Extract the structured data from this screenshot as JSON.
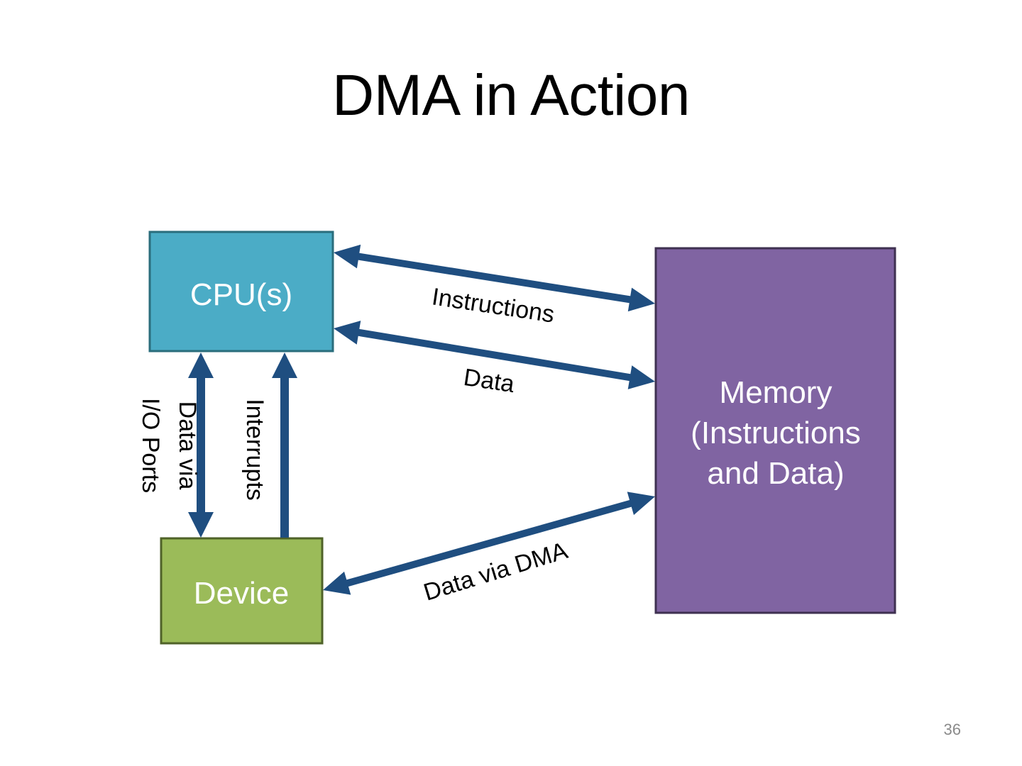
{
  "slide": {
    "title": "DMA in Action",
    "page_number": "36"
  },
  "colors": {
    "arrow": "#1f4e80",
    "cpu_fill": "#4bacc6",
    "cpu_border": "#2a6d7c",
    "device_fill": "#9bbb59",
    "device_border": "#4f6228",
    "memory_fill": "#8064a2",
    "memory_border": "#3f3151"
  },
  "nodes": {
    "cpu": {
      "label": "CPU(s)"
    },
    "device": {
      "label": "Device"
    },
    "memory": {
      "lines": [
        "Memory",
        "(Instructions",
        "and Data)"
      ]
    }
  },
  "edges": {
    "instructions": {
      "label": "Instructions",
      "from": "CPU(s)",
      "to": "Memory",
      "direction": "bidirectional"
    },
    "data": {
      "label": "Data",
      "from": "CPU(s)",
      "to": "Memory",
      "direction": "bidirectional"
    },
    "io_ports": {
      "lines": [
        "Data via",
        "I/O Ports"
      ],
      "from": "CPU(s)",
      "to": "Device",
      "direction": "bidirectional"
    },
    "interrupts": {
      "label": "Interrupts",
      "from": "Device",
      "to": "CPU(s)",
      "direction": "one-way"
    },
    "dma": {
      "label": "Data via DMA",
      "from": "Device",
      "to": "Memory",
      "direction": "bidirectional"
    }
  }
}
